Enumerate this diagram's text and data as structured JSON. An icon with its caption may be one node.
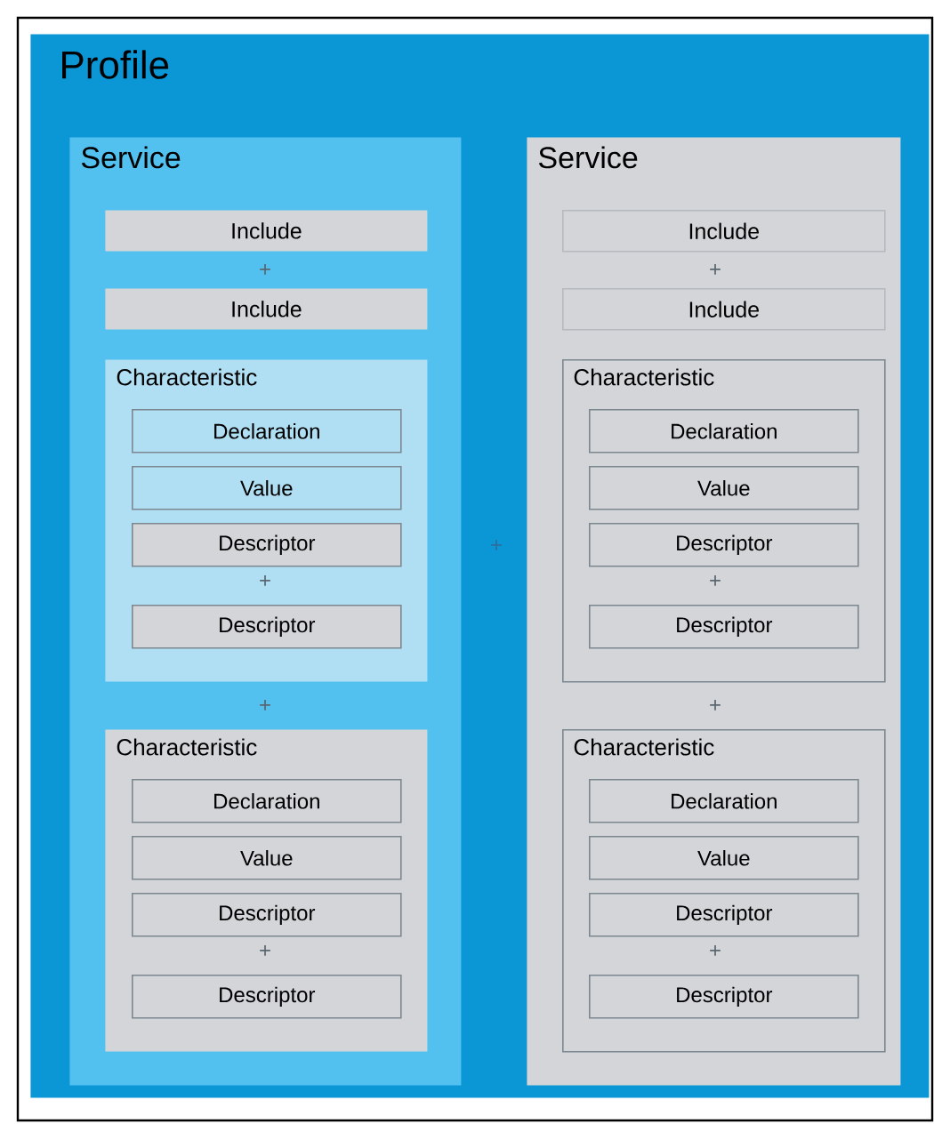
{
  "diagram": {
    "nodes": [
      {
        "text": [
          "Profile"
        ]
      },
      {
        "text": [
          "Service"
        ],
        "in": 0
      },
      {
        "text": [
          "Include"
        ],
        "in": 1
      },
      {
        "text": [
          "Include"
        ],
        "in": 1
      },
      {
        "text": [
          "Characteristic"
        ],
        "in": 1
      },
      {
        "text": [
          "Declaration"
        ],
        "in": 4
      },
      {
        "text": [
          "Value"
        ],
        "in": 4
      },
      {
        "text": [
          "Descriptor"
        ],
        "in": 4
      },
      {
        "text": [
          "Descriptor"
        ],
        "in": 4
      },
      {
        "text": [
          "Characteristic"
        ],
        "in": 1
      },
      {
        "text": [
          "Declaration"
        ],
        "in": 9
      },
      {
        "text": [
          "Value"
        ],
        "in": 9
      },
      {
        "text": [
          "Descriptor"
        ],
        "in": 9
      },
      {
        "text": [
          "Descriptor"
        ],
        "in": 9
      },
      {
        "text": [
          "Service"
        ],
        "in": 0
      },
      {
        "text": [
          "Include"
        ],
        "in": 14
      },
      {
        "text": [
          "Include"
        ],
        "in": 14
      },
      {
        "text": [
          "Characteristic"
        ],
        "in": 14
      },
      {
        "text": [
          "Declaration"
        ],
        "in": 17
      },
      {
        "text": [
          "Value"
        ],
        "in": 17
      },
      {
        "text": [
          "Descriptor"
        ],
        "in": 17
      },
      {
        "text": [
          "Descriptor"
        ],
        "in": 17
      },
      {
        "text": [
          "Characteristic"
        ],
        "in": 14
      },
      {
        "text": [
          "Declaration"
        ],
        "in": 22
      },
      {
        "text": [
          "Value"
        ],
        "in": 22
      },
      {
        "text": [
          "Descriptor"
        ],
        "in": 22
      },
      {
        "text": [
          "Descriptor"
        ],
        "in": 22
      }
    ],
    "labels": [
      "+",
      "+",
      "+",
      "+",
      "+",
      "+",
      "+",
      "+",
      "+"
    ]
  }
}
